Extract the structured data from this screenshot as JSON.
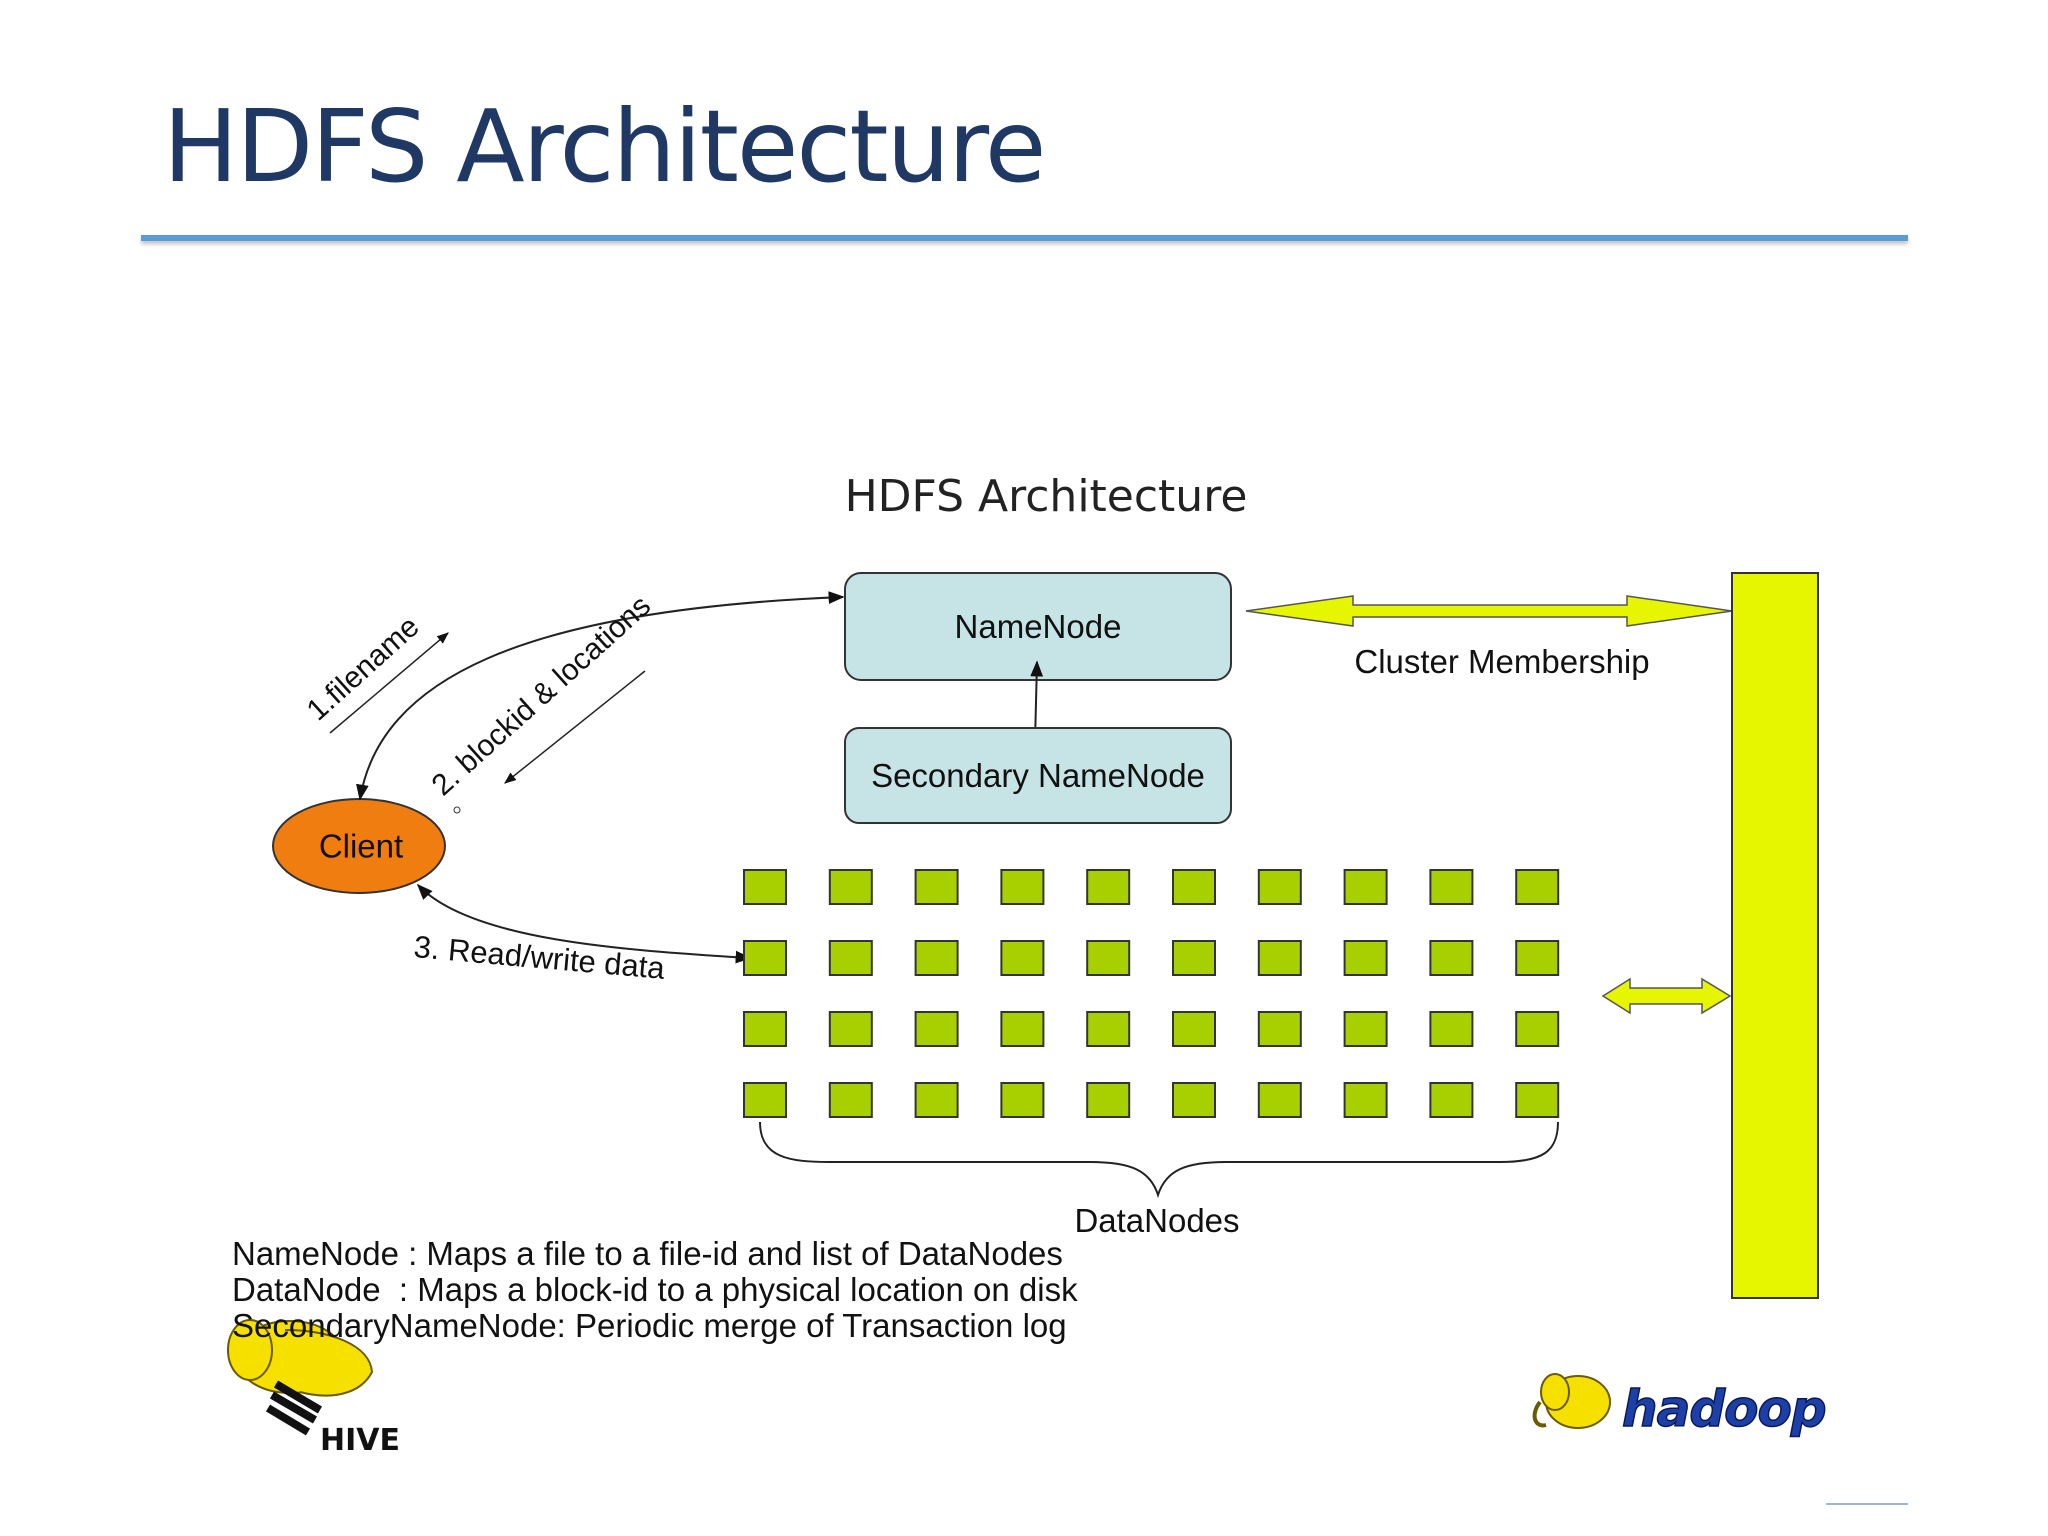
{
  "slide": {
    "title": "HDFS Architecture"
  },
  "diagram": {
    "title": "HDFS Architecture",
    "nodes": {
      "namenode": "NameNode",
      "secondary_namenode": "Secondary NameNode",
      "client": "Client",
      "datanodes": "DataNodes"
    },
    "edges": {
      "filename": "1.filename",
      "blockid_locations": "2. blockid & locations",
      "read_write": "3. Read/write data",
      "cluster_membership": "Cluster Membership"
    },
    "datanode_grid": {
      "rows": 4,
      "cols": 10
    },
    "colors": {
      "namenode_fill": "#c6e3e6",
      "client_fill": "#f07d10",
      "datanode_fill": "#a8d000",
      "cluster_bar_fill": "#e6f500",
      "arrow_fill": "#e6f500"
    }
  },
  "legend": {
    "lines": [
      "NameNode : Maps a file to a file-id and list of DataNodes",
      "DataNode  : Maps a block-id to a physical location on disk",
      "SecondaryNameNode: Periodic merge of Transaction log"
    ]
  },
  "logos": {
    "hive": "HIVE",
    "hadoop": "hadoop"
  }
}
